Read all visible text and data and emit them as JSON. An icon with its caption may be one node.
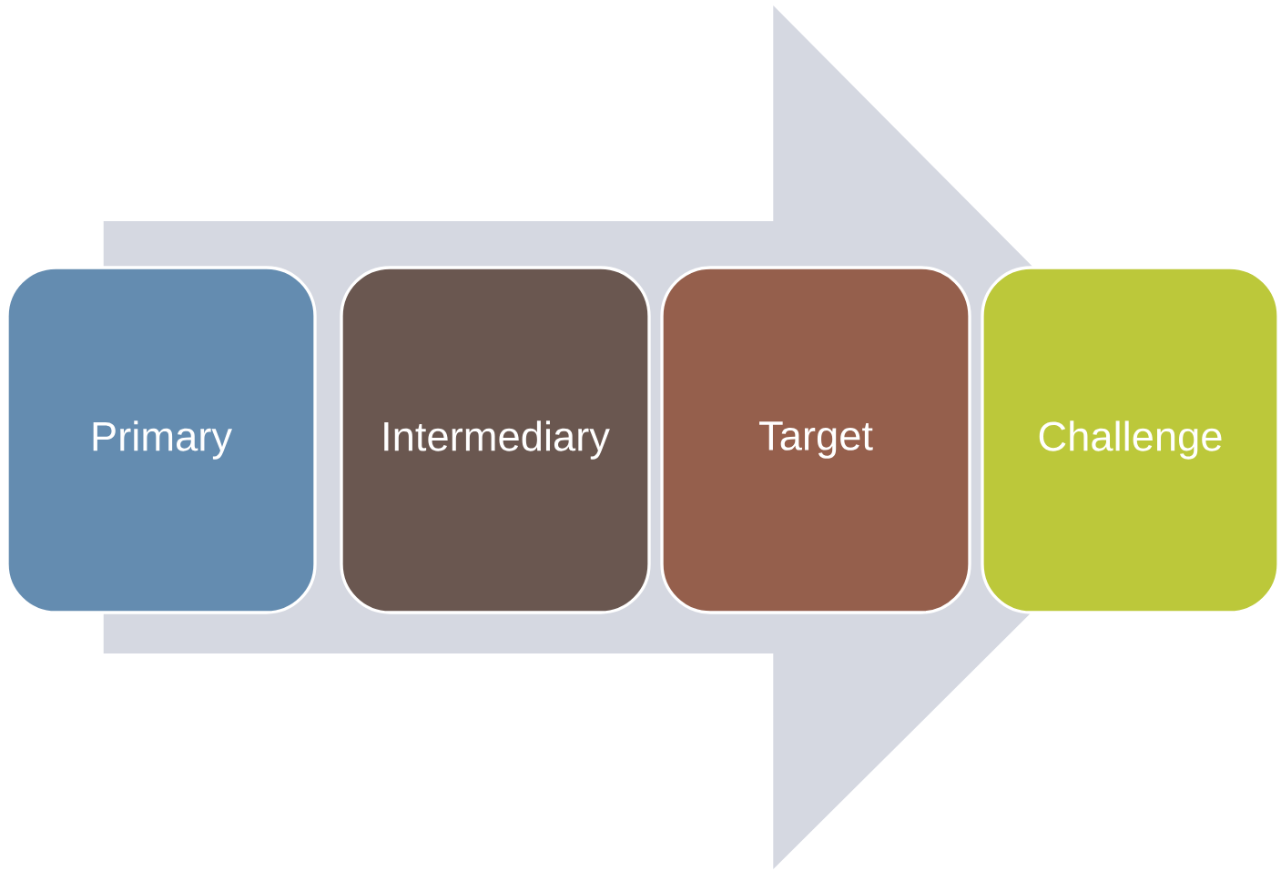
{
  "diagram": {
    "nodes": [
      {
        "text": [
          "Primary"
        ]
      },
      {
        "text": [
          "Intermediary"
        ]
      },
      {
        "text": [
          "Target"
        ]
      },
      {
        "text": [
          "Challenge"
        ]
      }
    ],
    "edges": [
      {
        "from": 0,
        "to": 3,
        "arrow": "to"
      }
    ]
  }
}
